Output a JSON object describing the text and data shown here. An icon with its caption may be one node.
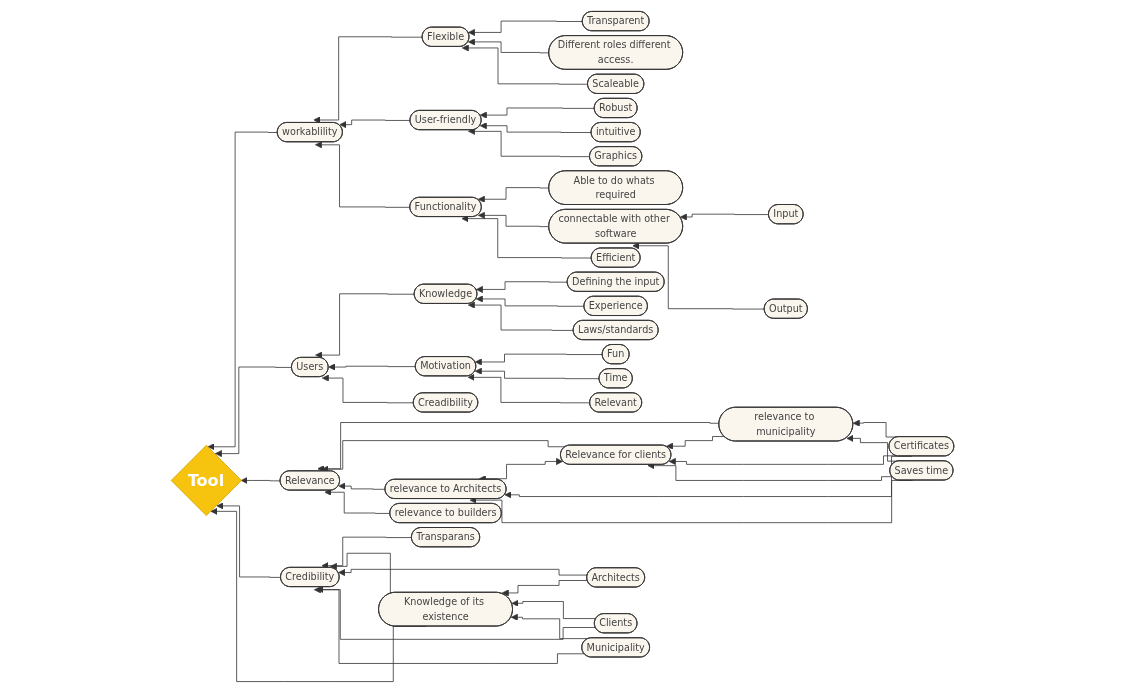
{
  "diagram": {
    "nodes": [
      {
        "text": [
          "Transparent"
        ]
      },
      {
        "text": [
          "Different roles different access."
        ]
      },
      {
        "text": [
          "Scaleable"
        ]
      },
      {
        "text": [
          "Input"
        ]
      },
      {
        "text": [
          "Output"
        ]
      },
      {
        "text": [
          "Robust"
        ]
      },
      {
        "text": [
          "intuitive"
        ]
      },
      {
        "text": [
          "Graphics"
        ]
      },
      {
        "text": [
          "Flexible"
        ]
      },
      {
        "text": [
          "Able to do whats required"
        ]
      },
      {
        "text": [
          "connectable with other software"
        ]
      },
      {
        "text": [
          "Efficient"
        ]
      },
      {
        "text": [
          "Defining the input"
        ]
      },
      {
        "text": [
          "User-friendly"
        ]
      },
      {
        "text": [
          "workablility"
        ]
      },
      {
        "text": [
          "Functionality"
        ]
      },
      {
        "text": [
          "relevance to municipality"
        ]
      },
      {
        "text": [
          "Experience"
        ]
      },
      {
        "text": [
          "Certificates"
        ]
      },
      {
        "text": [
          "Knowledge"
        ]
      },
      {
        "text": [
          "Relevance for clients"
        ]
      },
      {
        "text": [
          "Laws/standards"
        ]
      },
      {
        "text": [
          "Users"
        ]
      },
      {
        "text": [
          "Tool"
        ]
      },
      {
        "text": [
          "Relevance"
        ]
      },
      {
        "text": [
          "Fun"
        ]
      },
      {
        "text": [
          "Motivation"
        ]
      },
      {
        "text": [
          "relevance to Architects"
        ]
      },
      {
        "text": [
          "Saves time"
        ]
      },
      {
        "text": [
          "Creadibility"
        ]
      },
      {
        "text": [
          "Time"
        ]
      },
      {
        "text": [
          "relevance to builders"
        ]
      },
      {
        "text": [
          "Relevant"
        ]
      },
      {
        "text": [
          "Transparans"
        ]
      },
      {
        "text": [
          "Credibility"
        ]
      },
      {
        "text": [
          "Knowledge of its existence"
        ]
      },
      {
        "text": [
          "Architects"
        ]
      },
      {
        "text": [
          "Clients"
        ]
      },
      {
        "text": [
          "Municipality"
        ]
      }
    ],
    "edges": [
      {
        "from": 0,
        "to": 8,
        "arrow": "to"
      },
      {
        "from": 1,
        "to": 8,
        "arrow": "to"
      },
      {
        "from": 2,
        "to": 8,
        "arrow": "to"
      },
      {
        "from": 3,
        "to": 10,
        "arrow": "to"
      },
      {
        "from": 4,
        "to": 10,
        "arrow": "to"
      },
      {
        "from": 5,
        "to": 13,
        "arrow": "to"
      },
      {
        "from": 6,
        "to": 13,
        "arrow": "to"
      },
      {
        "from": 7,
        "to": 13,
        "arrow": "to"
      },
      {
        "from": 8,
        "to": 14,
        "arrow": "to"
      },
      {
        "from": 9,
        "to": 15,
        "arrow": "to"
      },
      {
        "from": 10,
        "to": 15,
        "arrow": "to"
      },
      {
        "from": 11,
        "to": 15,
        "arrow": "to"
      },
      {
        "from": 13,
        "to": 14,
        "arrow": "to"
      },
      {
        "from": 15,
        "to": 14,
        "arrow": "to"
      },
      {
        "from": 14,
        "to": 23,
        "arrow": "to"
      },
      {
        "from": 12,
        "to": 19,
        "arrow": "to"
      },
      {
        "from": 17,
        "to": 19,
        "arrow": "to"
      },
      {
        "from": 21,
        "to": 19,
        "arrow": "to"
      },
      {
        "from": 25,
        "to": 26,
        "arrow": "to"
      },
      {
        "from": 30,
        "to": 26,
        "arrow": "to"
      },
      {
        "from": 32,
        "to": 26,
        "arrow": "to"
      },
      {
        "from": 19,
        "to": 22,
        "arrow": "to"
      },
      {
        "from": 26,
        "to": 22,
        "arrow": "to"
      },
      {
        "from": 29,
        "to": 22,
        "arrow": "to"
      },
      {
        "from": 22,
        "to": 23,
        "arrow": "to"
      },
      {
        "from": 24,
        "to": 23,
        "arrow": "to"
      },
      {
        "from": 16,
        "to": 24,
        "arrow": "to"
      },
      {
        "from": 20,
        "to": 24,
        "arrow": "to"
      },
      {
        "from": 27,
        "to": 24,
        "arrow": "to"
      },
      {
        "from": 31,
        "to": 24,
        "arrow": "to"
      },
      {
        "from": 16,
        "to": 20,
        "arrow": "to"
      },
      {
        "from": 20,
        "to": 27,
        "arrow": "both"
      },
      {
        "from": 18,
        "to": 16,
        "arrow": "to"
      },
      {
        "from": 18,
        "to": 20,
        "arrow": "to"
      },
      {
        "from": 18,
        "to": 27,
        "arrow": "to"
      },
      {
        "from": 28,
        "to": 16,
        "arrow": "to"
      },
      {
        "from": 28,
        "to": 20,
        "arrow": "to"
      },
      {
        "from": 28,
        "to": 27,
        "arrow": "to"
      },
      {
        "from": 33,
        "to": 34,
        "arrow": "to"
      },
      {
        "from": 35,
        "to": 34,
        "arrow": "to"
      },
      {
        "from": 34,
        "to": 23,
        "arrow": "to"
      },
      {
        "from": 35,
        "to": 23,
        "arrow": "to"
      },
      {
        "from": 36,
        "to": 34,
        "arrow": "to"
      },
      {
        "from": 37,
        "to": 34,
        "arrow": "to"
      },
      {
        "from": 38,
        "to": 34,
        "arrow": "to"
      },
      {
        "from": 36,
        "to": 35,
        "arrow": "to"
      },
      {
        "from": 37,
        "to": 35,
        "arrow": "to"
      },
      {
        "from": 38,
        "to": 35,
        "arrow": "to"
      }
    ]
  }
}
